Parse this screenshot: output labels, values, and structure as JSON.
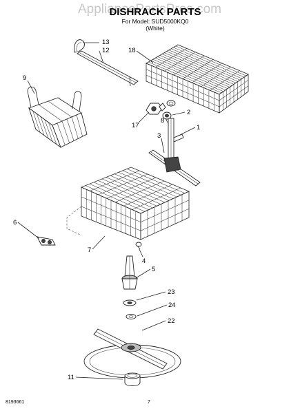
{
  "watermark": "AppliancePartsPros.com",
  "title": "DISHRACK PARTS",
  "subtitle_model": "For Model: SUD5000KQ0",
  "subtitle_color": "(White)",
  "footer": {
    "doc_number": "8193661",
    "page_number": "7"
  },
  "callouts": [
    "13",
    "12",
    "18",
    "9",
    "2",
    "17",
    "8",
    "1",
    "3",
    "6",
    "7",
    "4",
    "5",
    "23",
    "24",
    "22",
    "11"
  ]
}
